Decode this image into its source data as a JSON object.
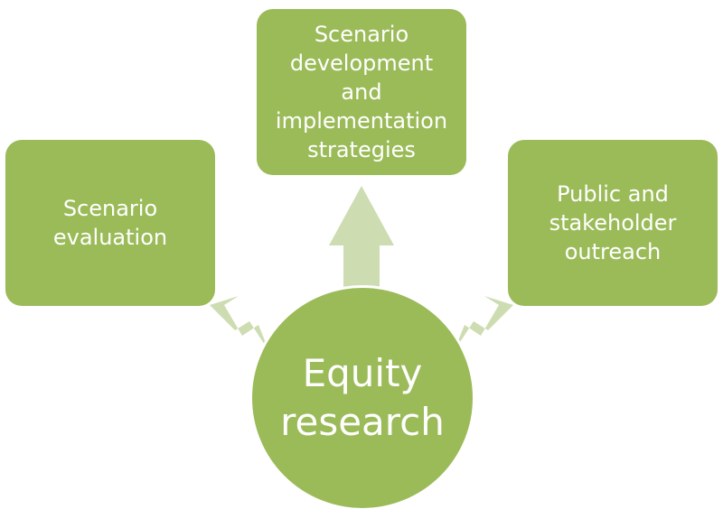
{
  "diagram": {
    "center": {
      "lines": [
        "Equity",
        "research"
      ]
    },
    "nodes": {
      "top": {
        "lines": [
          "Scenario",
          "development",
          "and",
          "implementation",
          "strategies"
        ]
      },
      "left": {
        "lines": [
          "Scenario",
          "evaluation"
        ]
      },
      "right": {
        "lines": [
          "Public and",
          "stakeholder",
          "outreach"
        ]
      }
    },
    "colors": {
      "node_fill": "#9bbb59",
      "arrow_fill": "#cddcb1",
      "text": "#ffffff"
    }
  }
}
